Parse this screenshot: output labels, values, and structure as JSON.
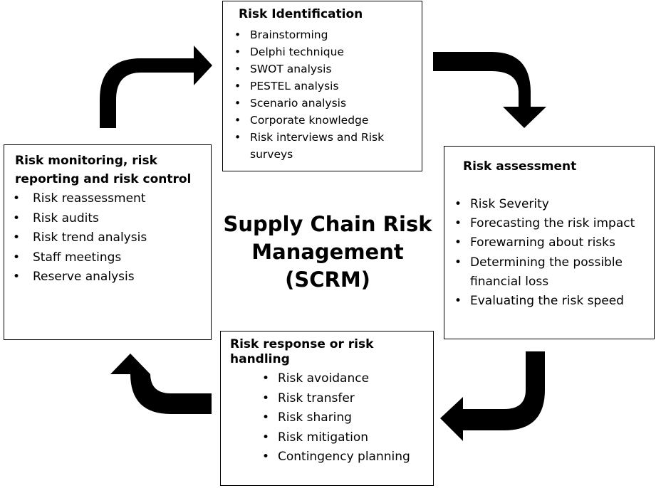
{
  "center_title": {
    "line1": "Supply Chain Risk",
    "line2": "Management (SCRM)"
  },
  "boxes": {
    "identification": {
      "title": "Risk Identification",
      "items": [
        "Brainstorming",
        "Delphi technique",
        "SWOT analysis",
        "PESTEL analysis",
        "Scenario analysis",
        "Corporate knowledge",
        "Risk interviews and Risk surveys"
      ]
    },
    "assessment": {
      "title": "Risk assessment",
      "items": [
        "Risk Severity",
        "Forecasting the risk impact",
        "Forewarning about risks",
        "Determining the possible financial loss",
        "Evaluating the risk speed"
      ]
    },
    "response": {
      "title": "Risk response or risk handling",
      "items": [
        "Risk avoidance",
        "Risk transfer",
        "Risk sharing",
        "Risk mitigation",
        "Contingency planning"
      ]
    },
    "monitoring": {
      "title": "Risk monitoring, risk reporting and risk control",
      "items": [
        "Risk reassessment",
        "Risk audits",
        "Risk trend analysis",
        "Staff meetings",
        "Reserve analysis"
      ]
    }
  },
  "colors": {
    "arrow": "#000000",
    "border": "#000000",
    "background": "#ffffff"
  }
}
